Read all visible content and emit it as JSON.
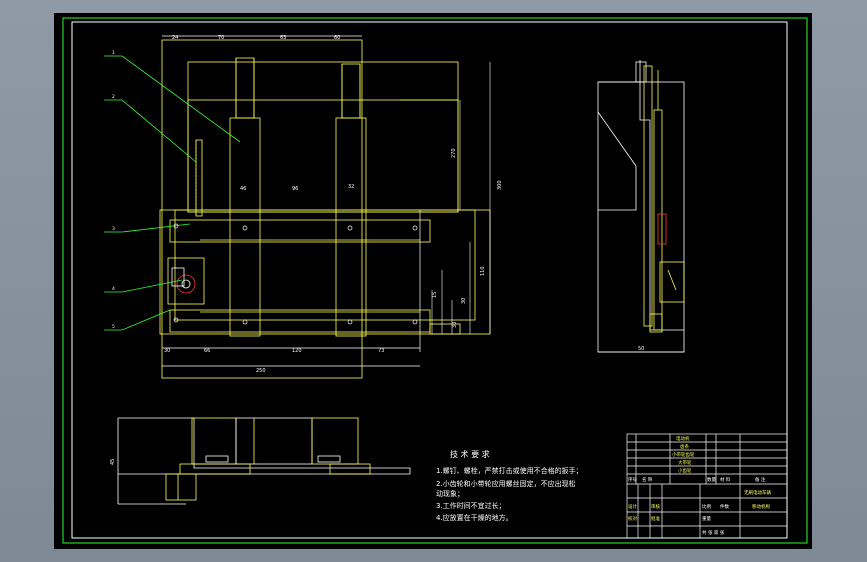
{
  "colors": {
    "workspace": "#8e9aa6",
    "paper": "#000000",
    "frame": "#23d223",
    "white": "#ffffff",
    "yellow": "#ffff55",
    "green": "#33ff33",
    "cyan": "#33ffff",
    "red": "#ff3333",
    "magenta": "#ff66ff"
  },
  "front_view": {
    "dim_top": [
      "24",
      "70",
      "63",
      "60"
    ],
    "dim_mid": [
      "46",
      "96",
      "32"
    ],
    "dim_bottom": [
      "30",
      "66",
      "120",
      "73"
    ],
    "dim_total": "250",
    "dim_right": [
      "270",
      "300",
      "110",
      "15",
      "30",
      "30"
    ],
    "leader_labels": [
      "1",
      "2",
      "3",
      "4",
      "5"
    ]
  },
  "side_view": {
    "dim_bottom": "50"
  },
  "bottom_view": {
    "dim_left": "45"
  },
  "tech_requirements": {
    "title": "技 术 要 求",
    "items": [
      "1.螺钉、螺栓，严禁打击或使用不合格的扳手；",
      "2.小齿轮和小带轮应用螺丝固定，不应出现松",
      "   动现象；",
      "3.工作时间不宜过长；",
      "4.应放置在干燥的地方。"
    ]
  },
  "title_block": {
    "parts": [
      "电动机",
      "齿条",
      "小带轮齿轮",
      "大带轮",
      "小齿轮"
    ],
    "header_cells": [
      "序号",
      "名 称",
      "数量",
      "材 料",
      "备 注"
    ],
    "design_title": "无刷电动车辆",
    "drawing_name": "移动机构",
    "sign_cells": [
      "设计",
      "校对",
      "审核",
      "批准"
    ],
    "scale_cells": [
      "比例",
      "件数",
      "重量",
      "共 张 第 张"
    ]
  }
}
